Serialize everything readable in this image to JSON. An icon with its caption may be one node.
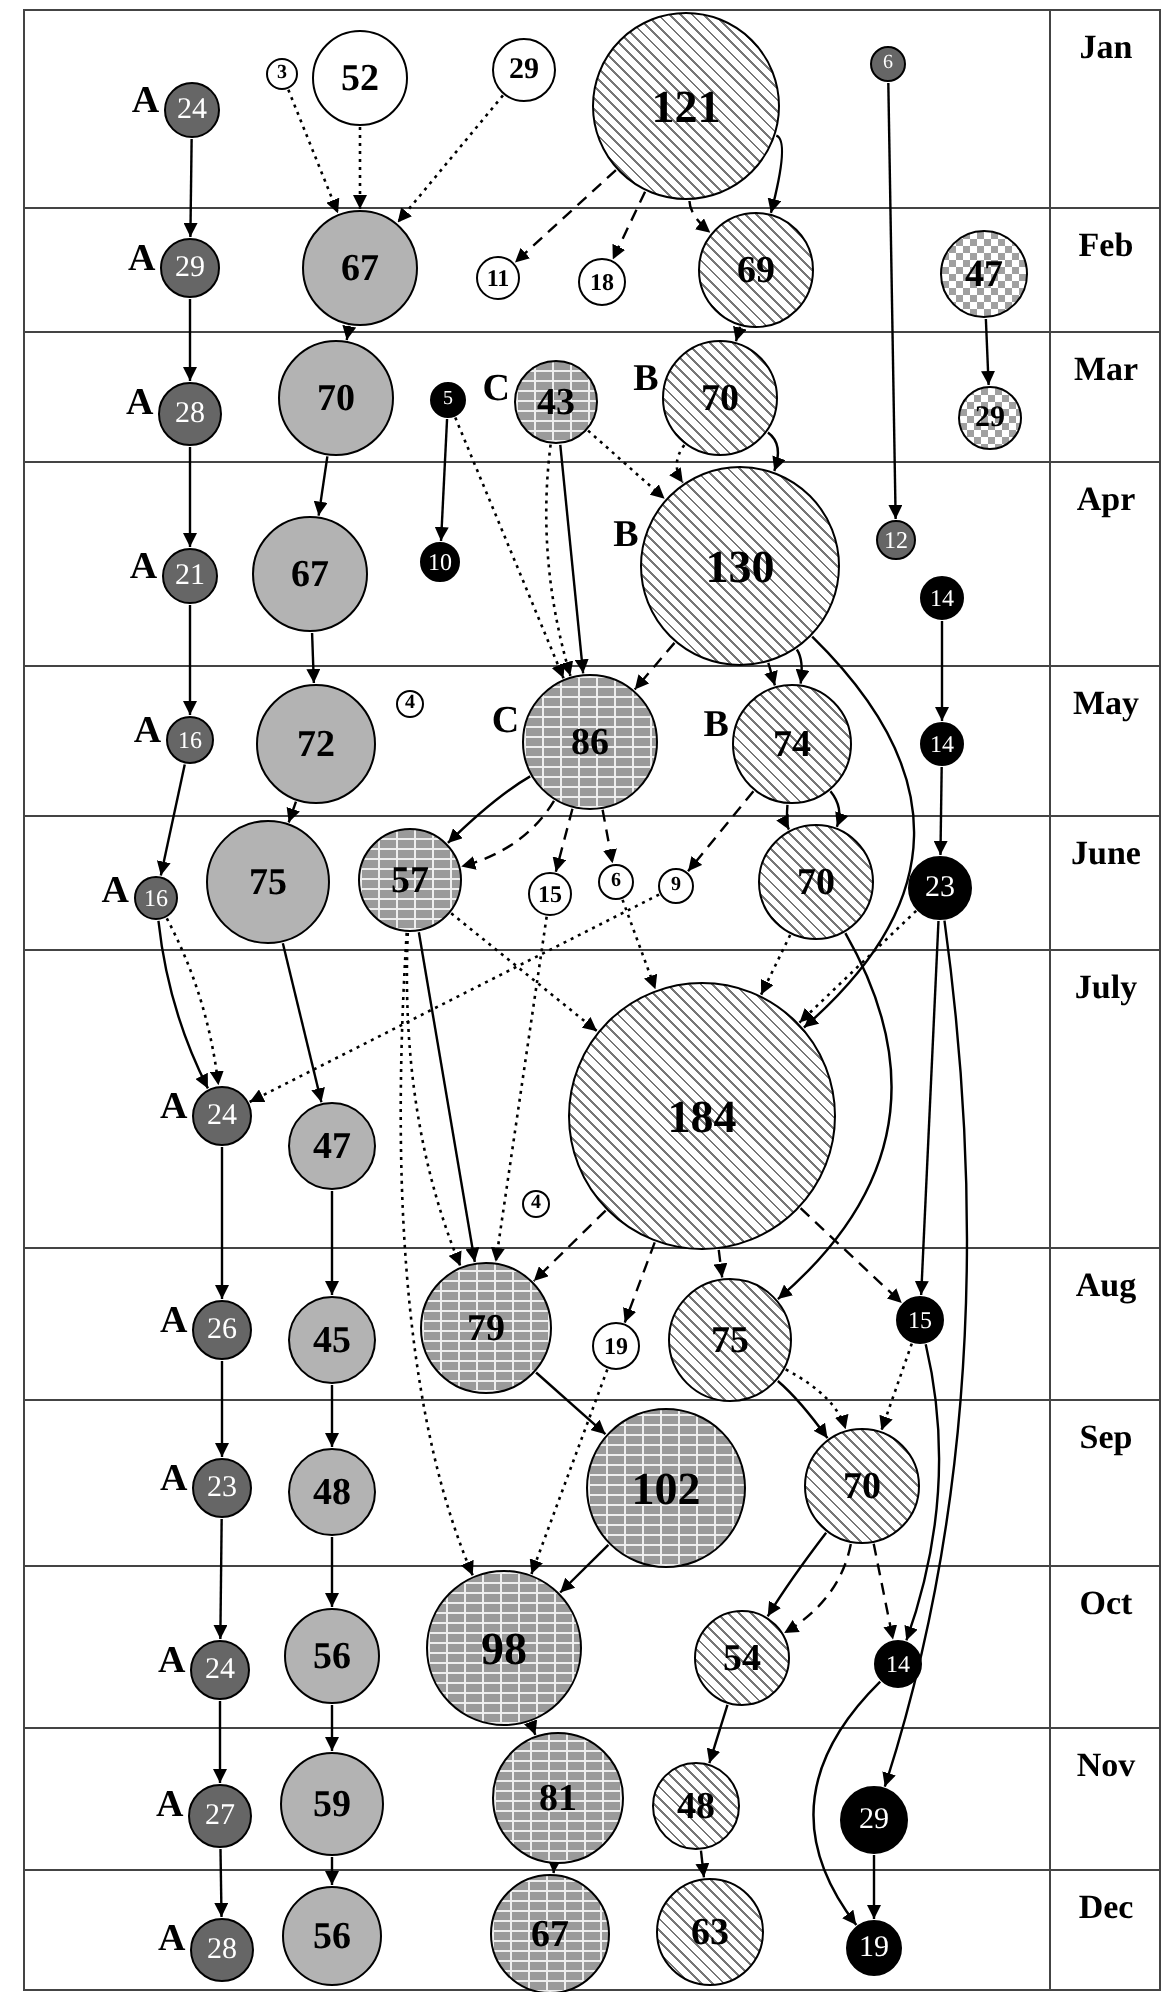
{
  "diagram": {
    "nodes": [
      {
        "text": [
          "24"
        ],
        "beside": [
          "A"
        ]
      },
      {
        "text": [
          "3"
        ]
      },
      {
        "text": [
          "52"
        ]
      },
      {
        "text": [
          "29"
        ]
      },
      {
        "text": [
          "121"
        ]
      },
      {
        "text": [
          "6"
        ]
      },
      {
        "text": [
          "29"
        ],
        "beside": [
          "A"
        ]
      },
      {
        "text": [
          "67"
        ]
      },
      {
        "text": [
          "11"
        ]
      },
      {
        "text": [
          "18"
        ]
      },
      {
        "text": [
          "69"
        ]
      },
      {
        "text": [
          "47"
        ]
      },
      {
        "text": [
          "28"
        ],
        "beside": [
          "A"
        ]
      },
      {
        "text": [
          "70"
        ]
      },
      {
        "text": [
          "5"
        ]
      },
      {
        "text": [
          "43"
        ],
        "beside": [
          "C"
        ]
      },
      {
        "text": [
          "70"
        ],
        "beside": [
          "B"
        ]
      },
      {
        "text": [
          "29"
        ]
      },
      {
        "text": [
          "21"
        ],
        "beside": [
          "A"
        ]
      },
      {
        "text": [
          "67"
        ]
      },
      {
        "text": [
          "10"
        ]
      },
      {
        "text": [
          "130"
        ],
        "beside": [
          "B"
        ]
      },
      {
        "text": [
          "12"
        ]
      },
      {
        "text": [
          "14"
        ]
      },
      {
        "text": [
          "16"
        ],
        "beside": [
          "A"
        ]
      },
      {
        "text": [
          "72"
        ]
      },
      {
        "text": [
          "4"
        ]
      },
      {
        "text": [
          "86"
        ],
        "beside": [
          "C"
        ]
      },
      {
        "text": [
          "74"
        ],
        "beside": [
          "B"
        ]
      },
      {
        "text": [
          "14"
        ]
      },
      {
        "text": [
          "16"
        ],
        "beside": [
          "A"
        ]
      },
      {
        "text": [
          "75"
        ]
      },
      {
        "text": [
          "57"
        ]
      },
      {
        "text": [
          "15"
        ]
      },
      {
        "text": [
          "6"
        ]
      },
      {
        "text": [
          "9"
        ]
      },
      {
        "text": [
          "70"
        ]
      },
      {
        "text": [
          "23"
        ]
      },
      {
        "text": [
          "24"
        ],
        "beside": [
          "A"
        ]
      },
      {
        "text": [
          "47"
        ]
      },
      {
        "text": [
          "4"
        ]
      },
      {
        "text": [
          "184"
        ]
      },
      {
        "text": [
          "26"
        ],
        "beside": [
          "A"
        ]
      },
      {
        "text": [
          "45"
        ]
      },
      {
        "text": [
          "79"
        ]
      },
      {
        "text": [
          "19"
        ]
      },
      {
        "text": [
          "75"
        ]
      },
      {
        "text": [
          "15"
        ]
      },
      {
        "text": [
          "23"
        ],
        "beside": [
          "A"
        ]
      },
      {
        "text": [
          "48"
        ]
      },
      {
        "text": [
          "102"
        ]
      },
      {
        "text": [
          "70"
        ]
      },
      {
        "text": [
          "24"
        ],
        "beside": [
          "A"
        ]
      },
      {
        "text": [
          "56"
        ]
      },
      {
        "text": [
          "98"
        ]
      },
      {
        "text": [
          "54"
        ]
      },
      {
        "text": [
          "14"
        ]
      },
      {
        "text": [
          "27"
        ],
        "beside": [
          "A"
        ]
      },
      {
        "text": [
          "59"
        ]
      },
      {
        "text": [
          "81"
        ]
      },
      {
        "text": [
          "48"
        ]
      },
      {
        "text": [
          "29"
        ]
      },
      {
        "text": [
          "28"
        ],
        "beside": [
          "A"
        ]
      },
      {
        "text": [
          "56"
        ]
      },
      {
        "text": [
          "67"
        ]
      },
      {
        "text": [
          "63"
        ]
      },
      {
        "text": [
          "19"
        ]
      }
    ],
    "edges": [
      {
        "from": 0,
        "to": 6,
        "arrow": "to"
      },
      {
        "from": 6,
        "to": 12,
        "arrow": "to"
      },
      {
        "from": 12,
        "to": 18,
        "arrow": "to"
      },
      {
        "from": 18,
        "to": 24,
        "arrow": "to"
      },
      {
        "from": 24,
        "to": 30,
        "arrow": "to"
      },
      {
        "from": 30,
        "to": 38,
        "arrow": "to"
      },
      {
        "from": 30,
        "to": 38,
        "arrow": "to",
        "style": "dashed"
      },
      {
        "from": 38,
        "to": 42,
        "arrow": "to"
      },
      {
        "from": 42,
        "to": 48,
        "arrow": "to"
      },
      {
        "from": 48,
        "to": 52,
        "arrow": "to"
      },
      {
        "from": 52,
        "to": 57,
        "arrow": "to"
      },
      {
        "from": 57,
        "to": 62,
        "arrow": "to"
      },
      {
        "from": 1,
        "to": 7,
        "arrow": "to",
        "style": "dashed"
      },
      {
        "from": 2,
        "to": 7,
        "arrow": "to",
        "style": "dashed"
      },
      {
        "from": 3,
        "to": 7,
        "arrow": "to",
        "style": "dashed"
      },
      {
        "from": 4,
        "to": 10,
        "arrow": "to"
      },
      {
        "from": 4,
        "to": 8,
        "arrow": "to",
        "style": "dashed"
      },
      {
        "from": 4,
        "to": 9,
        "arrow": "to",
        "style": "dashed"
      },
      {
        "from": 4,
        "to": 10,
        "arrow": "to",
        "style": "dashed"
      },
      {
        "from": 5,
        "to": 22,
        "arrow": "to"
      },
      {
        "from": 7,
        "to": 13,
        "arrow": "to"
      },
      {
        "from": 10,
        "to": 16,
        "arrow": "to"
      },
      {
        "from": 11,
        "to": 17,
        "arrow": "to"
      },
      {
        "from": 13,
        "to": 19,
        "arrow": "to"
      },
      {
        "from": 14,
        "to": 20,
        "arrow": "to"
      },
      {
        "from": 14,
        "to": 27,
        "arrow": "to",
        "style": "dashed"
      },
      {
        "from": 15,
        "to": 27,
        "arrow": "to",
        "style": "dashed"
      },
      {
        "from": 15,
        "to": 27,
        "arrow": "to"
      },
      {
        "from": 15,
        "to": 21,
        "arrow": "to",
        "style": "dashed"
      },
      {
        "from": 16,
        "to": 21,
        "arrow": "to"
      },
      {
        "from": 16,
        "to": 21,
        "arrow": "to",
        "style": "dashed"
      },
      {
        "from": 19,
        "to": 25,
        "arrow": "to"
      },
      {
        "from": 21,
        "to": 28,
        "arrow": "to"
      },
      {
        "from": 21,
        "to": 27,
        "arrow": "to",
        "style": "dashed"
      },
      {
        "from": 21,
        "to": 28,
        "arrow": "to",
        "style": "dashed"
      },
      {
        "from": 21,
        "to": 41,
        "arrow": "to"
      },
      {
        "from": 23,
        "to": 29,
        "arrow": "to"
      },
      {
        "from": 29,
        "to": 37,
        "arrow": "to"
      },
      {
        "from": 25,
        "to": 31,
        "arrow": "to"
      },
      {
        "from": 27,
        "to": 32,
        "arrow": "to"
      },
      {
        "from": 27,
        "to": 32,
        "arrow": "to",
        "style": "dashed"
      },
      {
        "from": 27,
        "to": 33,
        "arrow": "to",
        "style": "dashed"
      },
      {
        "from": 27,
        "to": 34,
        "arrow": "to",
        "style": "dashed"
      },
      {
        "from": 28,
        "to": 35,
        "arrow": "to",
        "style": "dashed"
      },
      {
        "from": 28,
        "to": 36,
        "arrow": "to",
        "style": "dashed"
      },
      {
        "from": 28,
        "to": 36,
        "arrow": "to"
      },
      {
        "from": 31,
        "to": 39,
        "arrow": "to"
      },
      {
        "from": 32,
        "to": 41,
        "arrow": "to",
        "style": "dashed"
      },
      {
        "from": 34,
        "to": 41,
        "arrow": "to",
        "style": "dashed"
      },
      {
        "from": 36,
        "to": 41,
        "arrow": "to",
        "style": "dashed"
      },
      {
        "from": 37,
        "to": 41,
        "arrow": "to",
        "style": "dashed"
      },
      {
        "from": 35,
        "to": 38,
        "arrow": "to",
        "style": "dashed"
      },
      {
        "from": 32,
        "to": 44,
        "arrow": "to"
      },
      {
        "from": 32,
        "to": 44,
        "arrow": "to",
        "style": "dashed"
      },
      {
        "from": 33,
        "to": 44,
        "arrow": "to",
        "style": "dashed"
      },
      {
        "from": 32,
        "to": 54,
        "arrow": "to",
        "style": "dashed"
      },
      {
        "from": 45,
        "to": 54,
        "arrow": "to",
        "style": "dashed"
      },
      {
        "from": 36,
        "to": 46,
        "arrow": "to"
      },
      {
        "from": 37,
        "to": 47,
        "arrow": "to"
      },
      {
        "from": 37,
        "to": 61,
        "arrow": "to"
      },
      {
        "from": 39,
        "to": 43,
        "arrow": "to"
      },
      {
        "from": 43,
        "to": 49,
        "arrow": "to"
      },
      {
        "from": 49,
        "to": 53,
        "arrow": "to"
      },
      {
        "from": 53,
        "to": 58,
        "arrow": "to"
      },
      {
        "from": 58,
        "to": 63,
        "arrow": "to"
      },
      {
        "from": 41,
        "to": 44,
        "arrow": "to",
        "style": "dashed"
      },
      {
        "from": 41,
        "to": 45,
        "arrow": "to",
        "style": "dashed"
      },
      {
        "from": 41,
        "to": 46,
        "arrow": "to",
        "style": "dashed"
      },
      {
        "from": 41,
        "to": 47,
        "arrow": "to",
        "style": "dashed"
      },
      {
        "from": 44,
        "to": 50,
        "arrow": "to"
      },
      {
        "from": 46,
        "to": 51,
        "arrow": "to"
      },
      {
        "from": 46,
        "to": 51,
        "arrow": "to",
        "style": "dashed"
      },
      {
        "from": 47,
        "to": 51,
        "arrow": "to",
        "style": "dashed"
      },
      {
        "from": 47,
        "to": 56,
        "arrow": "to"
      },
      {
        "from": 50,
        "to": 54,
        "arrow": "to"
      },
      {
        "from": 51,
        "to": 55,
        "arrow": "to"
      },
      {
        "from": 51,
        "to": 55,
        "arrow": "to",
        "style": "dashed"
      },
      {
        "from": 51,
        "to": 56,
        "arrow": "to",
        "style": "dashed"
      },
      {
        "from": 54,
        "to": 59,
        "arrow": "to"
      },
      {
        "from": 55,
        "to": 60,
        "arrow": "to"
      },
      {
        "from": 56,
        "to": 66,
        "arrow": "to"
      },
      {
        "from": 59,
        "to": 64,
        "arrow": "to"
      },
      {
        "from": 60,
        "to": 65,
        "arrow": "to"
      },
      {
        "from": 61,
        "to": 66,
        "arrow": "to"
      }
    ],
    "labels": [
      "Jan",
      "Feb",
      "Mar",
      "Apr",
      "May",
      "June",
      "July",
      "Aug",
      "Sep",
      "Oct",
      "Nov",
      "Dec"
    ]
  }
}
